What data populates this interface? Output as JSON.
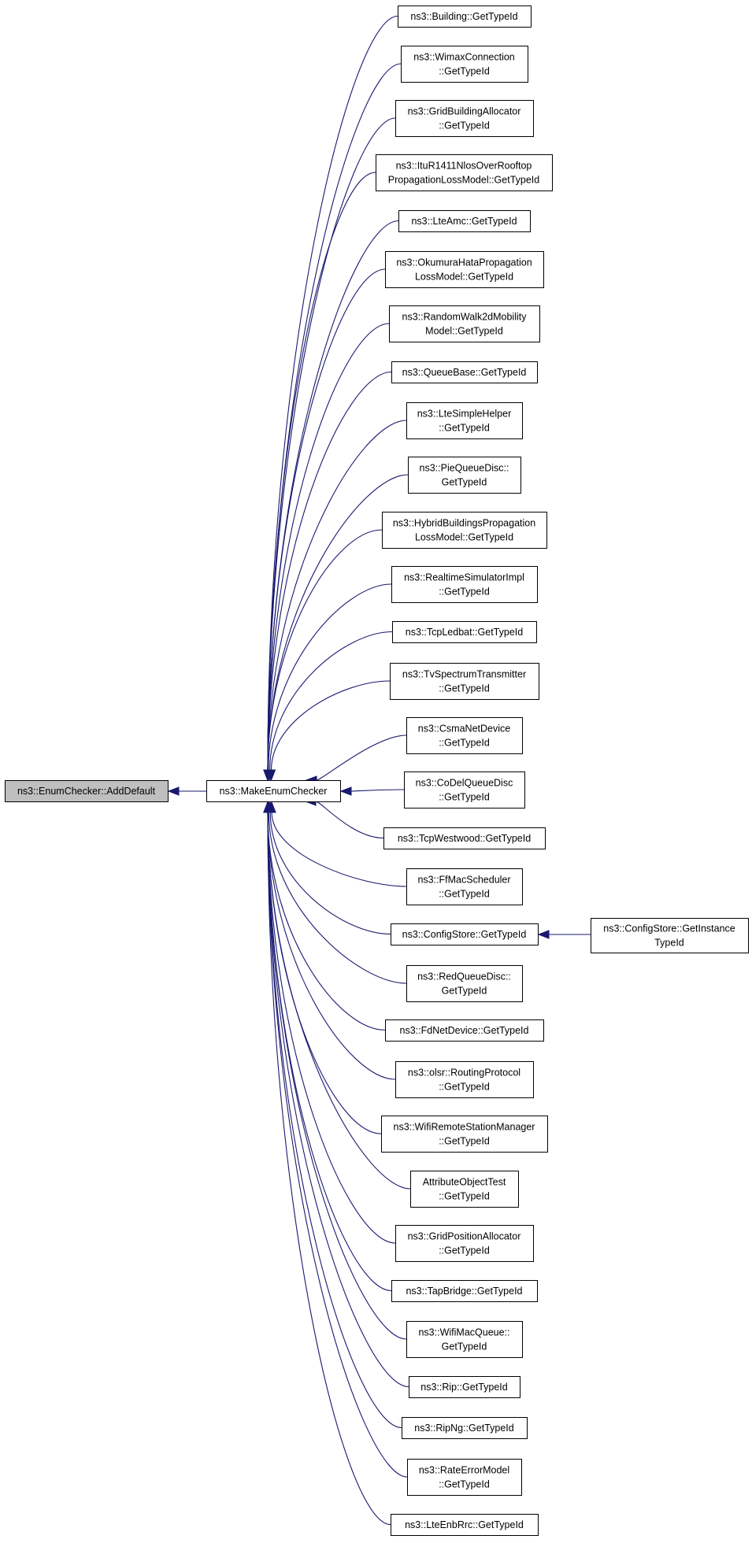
{
  "graph": {
    "root": {
      "id": "root",
      "lines": [
        "ns3::EnumChecker::AddDefault"
      ]
    },
    "hub": {
      "id": "hub",
      "lines": [
        "ns3::MakeEnumChecker"
      ]
    },
    "callers": [
      {
        "id": "building",
        "lines": [
          "ns3::Building::GetTypeId"
        ]
      },
      {
        "id": "wimaxconnection",
        "lines": [
          "ns3::WimaxConnection",
          "::GetTypeId"
        ]
      },
      {
        "id": "gridbuildingallocator",
        "lines": [
          "ns3::GridBuildingAllocator",
          "::GetTypeId"
        ]
      },
      {
        "id": "itur1411",
        "lines": [
          "ns3::ItuR1411NlosOverRooftop",
          "PropagationLossModel::GetTypeId"
        ]
      },
      {
        "id": "lteamc",
        "lines": [
          "ns3::LteAmc::GetTypeId"
        ]
      },
      {
        "id": "okumurahata",
        "lines": [
          "ns3::OkumuraHataPropagation",
          "LossModel::GetTypeId"
        ]
      },
      {
        "id": "randomwalk2d",
        "lines": [
          "ns3::RandomWalk2dMobility",
          "Model::GetTypeId"
        ]
      },
      {
        "id": "queuebase",
        "lines": [
          "ns3::QueueBase::GetTypeId"
        ]
      },
      {
        "id": "ltesimplehelper",
        "lines": [
          "ns3::LteSimpleHelper",
          "::GetTypeId"
        ]
      },
      {
        "id": "piequeuedisc",
        "lines": [
          "ns3::PieQueueDisc::",
          "GetTypeId"
        ]
      },
      {
        "id": "hybridbuildings",
        "lines": [
          "ns3::HybridBuildingsPropagation",
          "LossModel::GetTypeId"
        ]
      },
      {
        "id": "realtimesim",
        "lines": [
          "ns3::RealtimeSimulatorImpl",
          "::GetTypeId"
        ]
      },
      {
        "id": "tcpledbat",
        "lines": [
          "ns3::TcpLedbat::GetTypeId"
        ]
      },
      {
        "id": "tvspectrum",
        "lines": [
          "ns3::TvSpectrumTransmitter",
          "::GetTypeId"
        ]
      },
      {
        "id": "csmanetdevice",
        "lines": [
          "ns3::CsmaNetDevice",
          "::GetTypeId"
        ]
      },
      {
        "id": "codelqueuedisc",
        "lines": [
          "ns3::CoDelQueueDisc",
          "::GetTypeId"
        ]
      },
      {
        "id": "tcpwestwood",
        "lines": [
          "ns3::TcpWestwood::GetTypeId"
        ]
      },
      {
        "id": "ffmacscheduler",
        "lines": [
          "ns3::FfMacScheduler",
          "::GetTypeId"
        ]
      },
      {
        "id": "configstore",
        "lines": [
          "ns3::ConfigStore::GetTypeId"
        ]
      },
      {
        "id": "redqueuedisc",
        "lines": [
          "ns3::RedQueueDisc::",
          "GetTypeId"
        ]
      },
      {
        "id": "fdnetdevice",
        "lines": [
          "ns3::FdNetDevice::GetTypeId"
        ]
      },
      {
        "id": "olsr",
        "lines": [
          "ns3::olsr::RoutingProtocol",
          "::GetTypeId"
        ]
      },
      {
        "id": "wifiremote",
        "lines": [
          "ns3::WifiRemoteStationManager",
          "::GetTypeId"
        ]
      },
      {
        "id": "attributeobjecttest",
        "lines": [
          "AttributeObjectTest",
          "::GetTypeId"
        ]
      },
      {
        "id": "gridposition",
        "lines": [
          "ns3::GridPositionAllocator",
          "::GetTypeId"
        ]
      },
      {
        "id": "tapbridge",
        "lines": [
          "ns3::TapBridge::GetTypeId"
        ]
      },
      {
        "id": "wifimacqueue",
        "lines": [
          "ns3::WifiMacQueue::",
          "GetTypeId"
        ]
      },
      {
        "id": "rip",
        "lines": [
          "ns3::Rip::GetTypeId"
        ]
      },
      {
        "id": "ripng",
        "lines": [
          "ns3::RipNg::GetTypeId"
        ]
      },
      {
        "id": "rateerror",
        "lines": [
          "ns3::RateErrorModel",
          "::GetTypeId"
        ]
      },
      {
        "id": "lteenbrrc",
        "lines": [
          "ns3::LteEnbRrc::GetTypeId"
        ]
      }
    ],
    "secondary": [
      {
        "id": "getinstancetypeid",
        "lines": [
          "ns3::ConfigStore::GetInstance",
          "TypeId"
        ],
        "calls": "configstore"
      }
    ],
    "colors": {
      "edge": "#191970",
      "root_fill": "#bfbfbf",
      "node_fill": "#ffffff",
      "border": "#000000"
    }
  }
}
